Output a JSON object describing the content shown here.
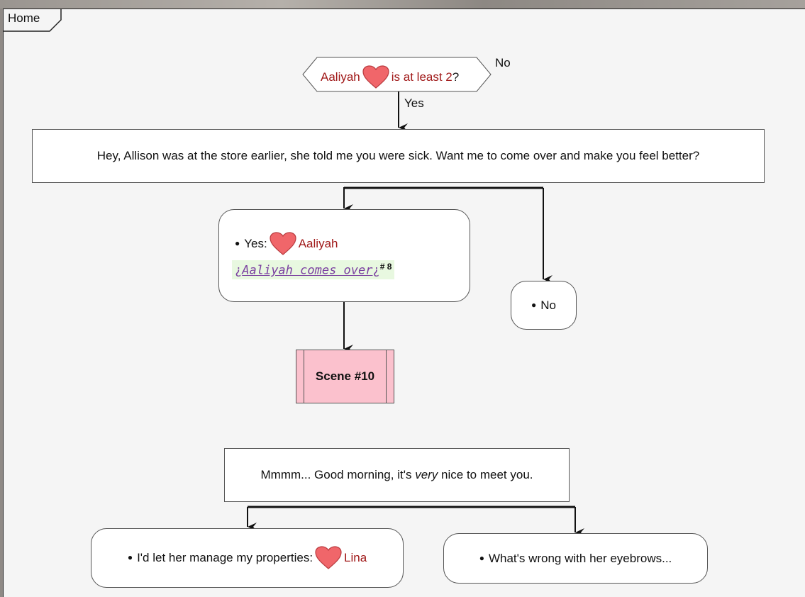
{
  "tab": {
    "label": "Home"
  },
  "decision": {
    "name": "Aaliyah",
    "condition": "is at least 2",
    "number": "2",
    "question_mark": "?",
    "yes_label": "Yes",
    "no_label": "No"
  },
  "dialogue_1": "Hey, Allison was at the store earlier, she told me you were sick. Want me to come over and make you feel better?",
  "choice_yes": {
    "prefix": "Yes:",
    "character": "Aaliyah",
    "code_open": "¿",
    "code_text": "Aaliyah comes over",
    "code_close": "¿",
    "ref": "# 8"
  },
  "choice_no": {
    "label": "No"
  },
  "scene": {
    "label": "Scene #10"
  },
  "dialogue_2": {
    "before": "Mmmm... Good morning, it's ",
    "emphasis": "very",
    "after": " nice to meet you."
  },
  "choice_lina": {
    "prefix": "I'd let her manage my properties:",
    "character": "Lina"
  },
  "choice_eyebrows": {
    "label": "What's wrong with her eyebrows..."
  },
  "colors": {
    "heart": "#f0666a",
    "character": "#a01818",
    "scene_fill": "#fbc1cd",
    "code_bg": "#e8f8e0"
  }
}
